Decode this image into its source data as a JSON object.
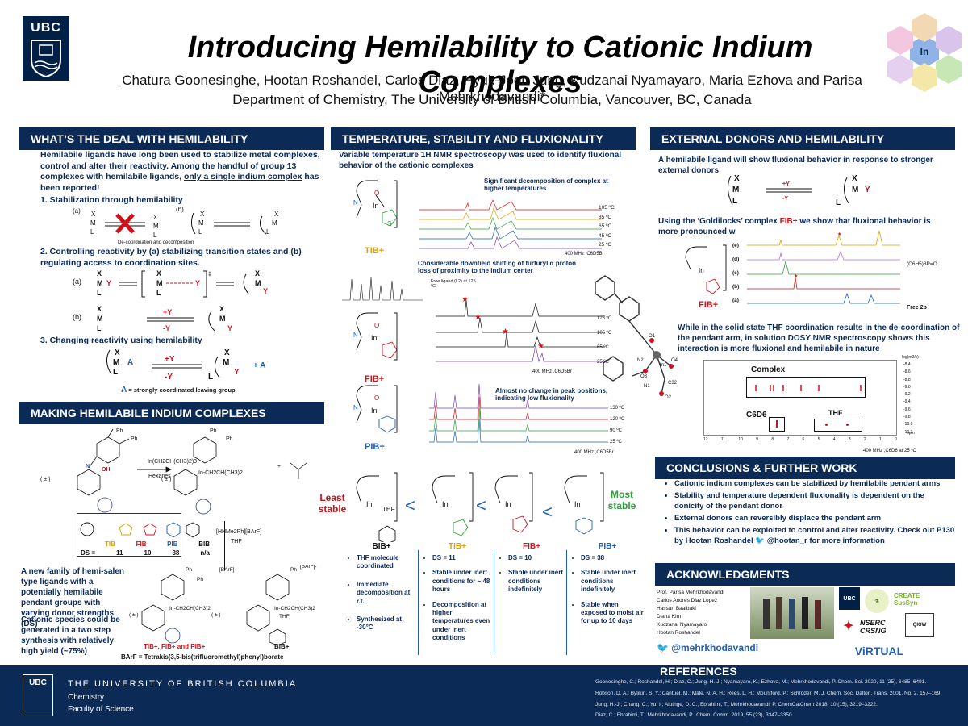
{
  "header": {
    "logo_text": "UBC",
    "title": "Introducing Hemilability to Cationic Indium Complexes",
    "authors_underlined": "Chatura Goonesinghe",
    "authors_rest": ", Hootan Roshandel, Carlos Diaz, Hyuk-Joon Jung, Kudzanai Nyamayaro, Maria Ezhova and Parisa Mehrkhodavandi*",
    "department": "Department of Chemistry, The University of British Columbia, Vancouver, BC, Canada",
    "hex_center": "In"
  },
  "hemilability": {
    "heading": "WHAT’S THE DEAL WITH HEMILABILITY",
    "intro_1": "Hemilabile ligands have long been used to stabilize metal complexes, control and alter their reactivity. Among the handful of group 13 complexes with hemilabile ligands, ",
    "intro_underlined": "only a single indium complex",
    "intro_2": " has been reported!",
    "point1": "1. Stabilization through hemilability",
    "label_a": "(a)",
    "label_b": "(b)",
    "decoord": "De-coordination and decomposition",
    "point2": "2. Controlling reactivity by (a) stabilizing transition states and (b) regulating access to coordination sites.",
    "point3": "3. Changing reactivity using hemilability",
    "plus_y": "+Y",
    "minus_y": "-Y",
    "plus_a": "+ A",
    "leaving_a": "A",
    "leaving_text": " = strongly coordinated leaving group",
    "atom_x": "X",
    "atom_m": "M",
    "atom_l": "L",
    "atom_y": "Y",
    "dagger": "‡"
  },
  "making": {
    "heading": "MAKING HEMILABILE INDIUM COMPLEXES",
    "reagent": "In(CH2CH(CH3)2)3",
    "solvent": "Hexanes",
    "reagent2": "[HNMe2Ph][BArF]",
    "solvent2": "THF",
    "ph": "Ph",
    "rac": "( ± )",
    "alkyl": "In-CH2CH(CH3)2",
    "barf": "[BArF]-",
    "table_header": [
      "TIB",
      "FIB",
      "PIB",
      "BIB"
    ],
    "ds_label": "DS =",
    "ds_values": [
      "11",
      "10",
      "38",
      "n/a"
    ],
    "paragraph_1": "A new family of hemi-salen type ligands with a potentially hemilabile pendant groups with varying donor strengths (DS)",
    "paragraph_2": "Cationic species could be generated in a two step synthesis with relatively high yield (~75%)",
    "products_label": "TIB+, FIB+ and PIB+",
    "bib_label": "BIB+",
    "barf_def": "BArF = Tetrakis(3,5-bis(trifluoromethyl)phenyl)borate"
  },
  "temperature": {
    "heading": "TEMPERATURE, STABILITY AND FLUXIONALITY",
    "intro": "Variable temperature 1H NMR spectroscopy was used to identify fluxional behavior of the cationic complexes",
    "note_tib": "Significant decomposition of complex at higher temperatures",
    "temps_tib": [
      "105 ºC",
      "85 ºC",
      "65 ºC",
      "45 ºC",
      "25 ºC"
    ],
    "solvent_label": "400 MHz ,C6D5Br",
    "label_tib": "TIB+",
    "note_fib": "Considerable downfield shifting of furfuryl α proton loss of proximity to the indium center",
    "free_ligand": "Free ligand (L2) at 125 ºC",
    "temps_fib": [
      "125 ºC",
      "105 ºC",
      "65 ºC",
      "25 ºC"
    ],
    "label_fib": "FIB+",
    "note_pib": "Almost no change in peak positions, indicating low fluxionality",
    "temps_pib": [
      "130 ºC",
      "120 ºC",
      "90 ºC",
      "25 ºC"
    ],
    "label_pib": "PIB+"
  },
  "stability": {
    "least_stable": "Least stable",
    "most_stable": "Most stable",
    "less_than": "<",
    "thf": "THF",
    "columns": [
      {
        "label": "BIB+",
        "points": [
          "THF molecule coordinated",
          "Immediate decomposition at r.t.",
          "Synthesized at -30°C"
        ]
      },
      {
        "label": "TIB+",
        "points": [
          "DS = 11",
          "Stable under inert conditions for ~ 48 hours",
          "Decomposition at higher temperatures even under inert conditions"
        ]
      },
      {
        "label": "FIB+",
        "points": [
          "DS = 10",
          "Stable under inert conditions indefinitely"
        ]
      },
      {
        "label": "PIB+",
        "points": [
          "DS = 38",
          "Stable under inert conditions indefinitely",
          "Stable when exposed to moist air for up to 10 days"
        ]
      }
    ]
  },
  "external": {
    "heading": "EXTERNAL DONORS AND HEMILABILITY",
    "intro": "A hemilabile ligand will show fluxional behavior in response to stronger external donors",
    "goldilocks_1": "Using the ‘Goldilocks’ complex ",
    "goldilocks_fib": "FIB+",
    "goldilocks_2": " we show that fluxional behavior is more pronounced w",
    "spectra_labels": [
      "(e)",
      "(d)",
      "(c)",
      "(b)",
      "(a)"
    ],
    "free2b": "Free 2b",
    "donor_label": "(C6H5)3P=O",
    "fib_label": "FIB+",
    "solid_state": "While in the solid state THF coordination results in the de-coordination of the pendant arm, in solution DOSY NMR spectroscopy shows this interaction is more fluxional and hemilabile in nature",
    "xray_atoms": [
      "O1",
      "O4",
      "N2",
      "In1",
      "O3",
      "C32",
      "N1",
      "O2"
    ],
    "dosy_complex": "Complex",
    "dosy_c6d6": "C6D6",
    "dosy_thf": "THF",
    "dosy_axis": "400 MHz ,C6D6 at 25 ºC",
    "dosy_ppm": "ppm",
    "dosy_logm": "log(m2/s)",
    "dosy_x_ticks": [
      "12",
      "11",
      "10",
      "9",
      "8",
      "7",
      "6",
      "5",
      "4",
      "3",
      "2",
      "1",
      "0"
    ],
    "dosy_y_ticks": [
      "-8.4",
      "-8.6",
      "-8.8",
      "-9.0",
      "-9.2",
      "-9.4",
      "-9.6",
      "-9.8",
      "-10.0",
      "-10.2"
    ]
  },
  "conclusions": {
    "heading": "CONCLUSIONS & FURTHER WORK",
    "points": [
      "Cationic indium complexes can be stabilized by hemilabile pendant arms",
      "Stability and temperature dependent fluxionality is dependent on the donicity of the pendant donor",
      "External donors can reversibly displace the pendant arm",
      "This behavior can be exploited to control and alter reactivity. Check out P130 by Hootan Roshandel"
    ],
    "twitter_handle": "@hootan_r",
    "twitter_suffix": "for more information"
  },
  "acknowledgments": {
    "heading": "ACKNOWLEDGMENTS",
    "names": [
      "Prof. Parisa Mehrkhodavandi",
      "Carlos Andres Diaz Lopez",
      "Hassan Baalbaki",
      "Diana Kim",
      "Kudzanai Nyamayaro",
      "Hootan Roshandel"
    ],
    "twitter": "@mehrkhodavandi",
    "logos": [
      "UBC",
      "CREATE SusSyn",
      "NSERC CRSNG",
      "QIOW",
      "ViRTUAL"
    ]
  },
  "footer": {
    "logo": "UBC",
    "university": "THE UNIVERSITY OF BRITISH COLUMBIA",
    "chemistry": "Chemistry",
    "faculty": "Faculty of Science",
    "references_heading": "REFERENCES",
    "references": [
      "Goonesinghe, C.; Roshandel, H.; Diaz, C.; Jung, H.-J.; Nyamayaro, K.; Ezhova, M.; Mehrkhodavandi, P. Chem. Sci. 2020, 11 (25), 6485–6491.",
      "Robson, D. A.; Bylikin, S. Y.; Cantuel, M.; Male, N. A. H.; Rees, L. H.; Mountford, P.; Schröder, M. J. Chem. Soc. Dalton. Trans. 2001, No. 2, 157–169.",
      "Jung, H.-J.; Chang, C.; Yu, I.; Aluthge, D. C.; Ebrahimi, T.; Mehrkhodavandi, P. ChemCatChem 2018, 10 (15), 3219–3222.",
      "Diaz, C.; Ebrahimi, T.; Mehrkhodavandi, P.. Chem. Comm. 2019, 55 (23), 3347–3350."
    ]
  },
  "colors": {
    "navy": "#0b2a56",
    "red": "#c00000",
    "orange": "#f0a500",
    "green": "#2e9e3b",
    "blue": "#1f5fb4"
  }
}
